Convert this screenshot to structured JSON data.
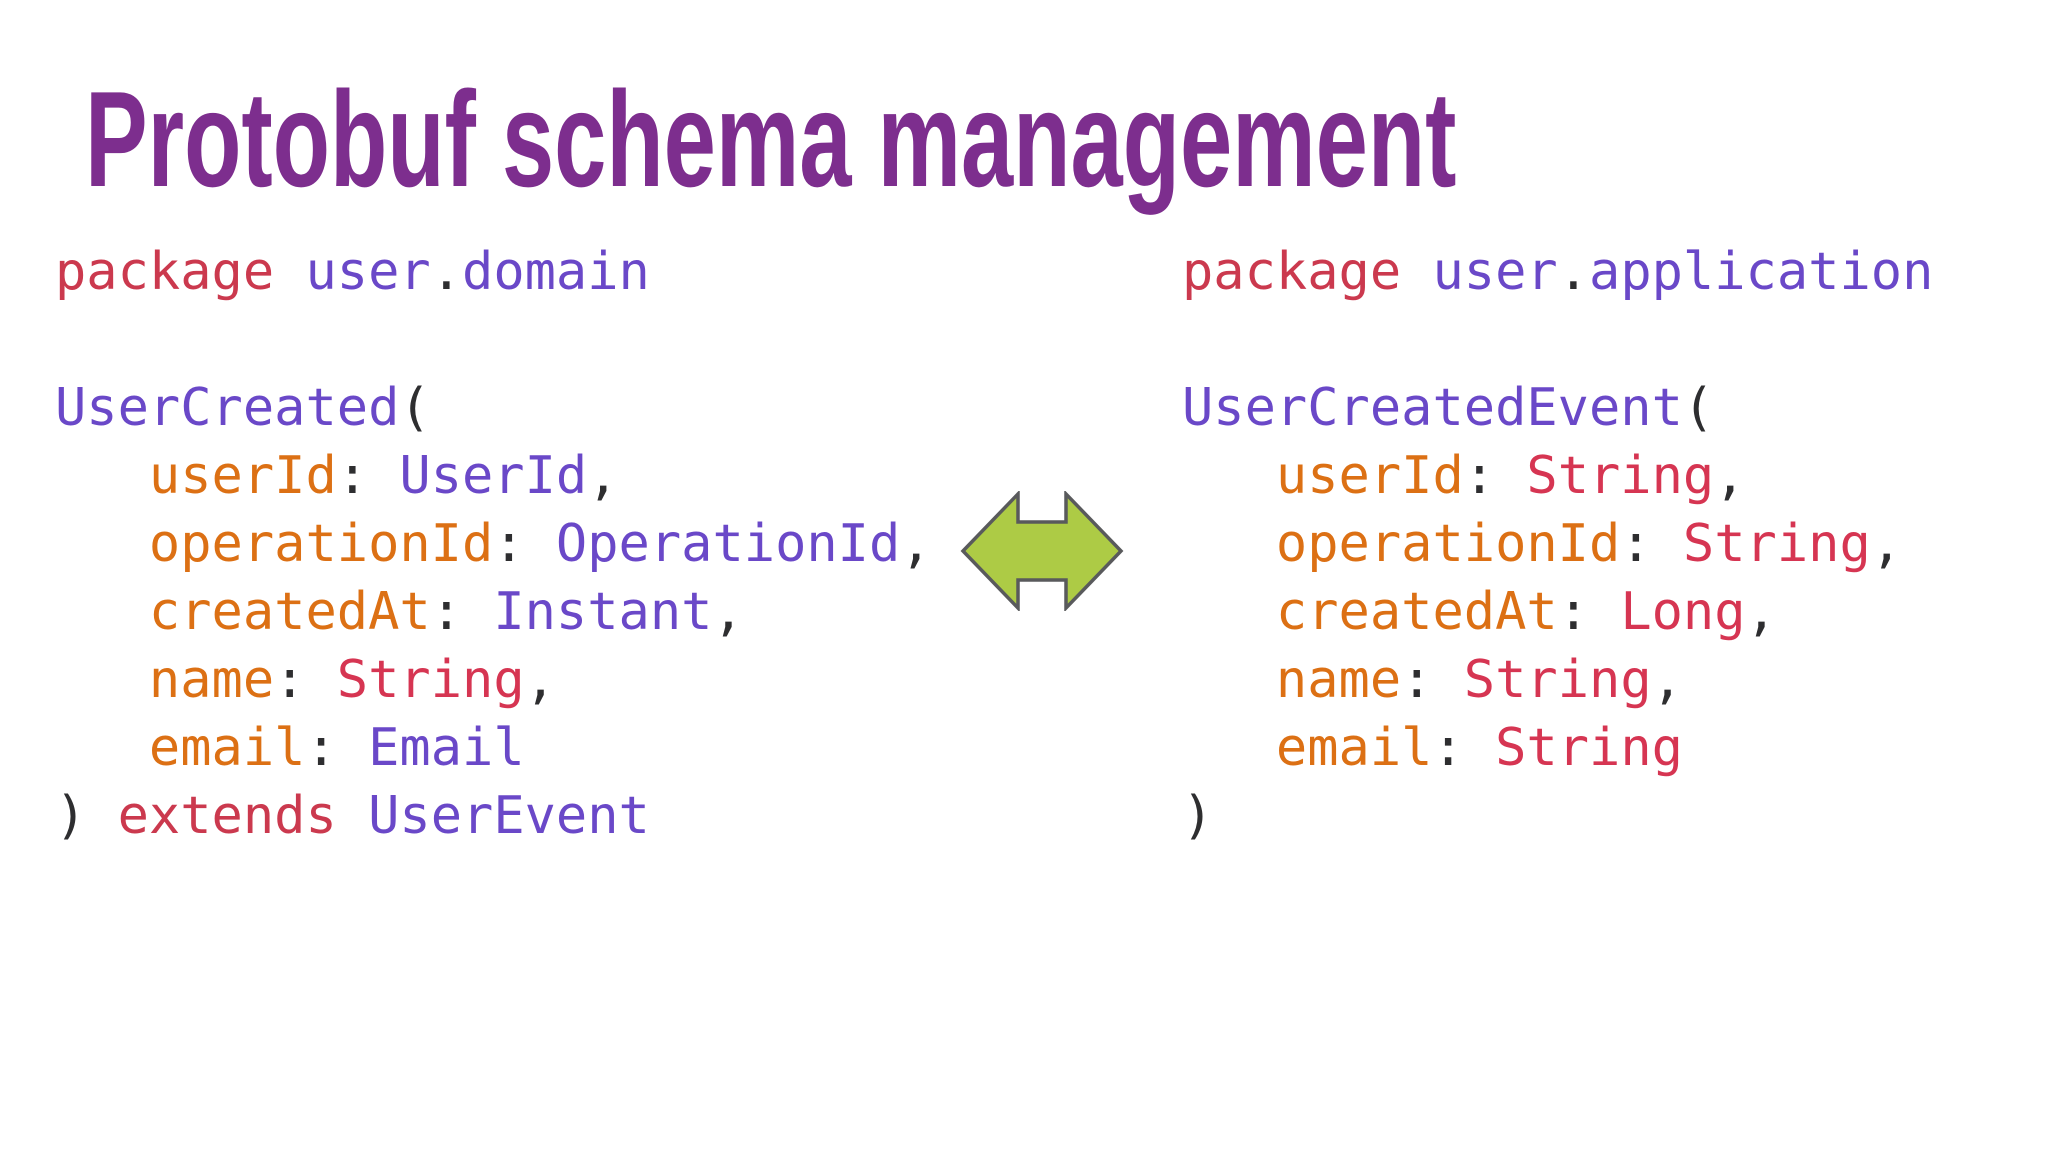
{
  "title": "Protobuf schema management",
  "colors": {
    "title": "#7D2E8E",
    "keyword": "#CB394E",
    "ident": "#6A48C8",
    "field": "#DC7014",
    "builtin": "#D63552",
    "punct": "#2E2E30",
    "arrow_fill": "#ADCB45",
    "arrow_stroke": "#595A5C",
    "background": "#FFFFFF"
  },
  "arrow": {
    "icon": "left-right-double-arrow"
  },
  "code_blocks": [
    {
      "id": "domain",
      "lines": [
        [
          {
            "t": "package",
            "c": "keyword"
          },
          {
            "t": " ",
            "c": "punct"
          },
          {
            "t": "user",
            "c": "ident"
          },
          {
            "t": ".",
            "c": "punct"
          },
          {
            "t": "domain",
            "c": "ident"
          }
        ],
        [],
        [
          {
            "t": "UserCreated",
            "c": "ident"
          },
          {
            "t": "(",
            "c": "punct"
          }
        ],
        [
          {
            "t": "   ",
            "c": "punct"
          },
          {
            "t": "userId",
            "c": "field"
          },
          {
            "t": ": ",
            "c": "punct"
          },
          {
            "t": "UserId",
            "c": "ident"
          },
          {
            "t": ",",
            "c": "punct"
          }
        ],
        [
          {
            "t": "   ",
            "c": "punct"
          },
          {
            "t": "operationId",
            "c": "field"
          },
          {
            "t": ": ",
            "c": "punct"
          },
          {
            "t": "OperationId",
            "c": "ident"
          },
          {
            "t": ",",
            "c": "punct"
          }
        ],
        [
          {
            "t": "   ",
            "c": "punct"
          },
          {
            "t": "createdAt",
            "c": "field"
          },
          {
            "t": ": ",
            "c": "punct"
          },
          {
            "t": "Instant",
            "c": "ident"
          },
          {
            "t": ",",
            "c": "punct"
          }
        ],
        [
          {
            "t": "   ",
            "c": "punct"
          },
          {
            "t": "name",
            "c": "field"
          },
          {
            "t": ": ",
            "c": "punct"
          },
          {
            "t": "String",
            "c": "builtin"
          },
          {
            "t": ",",
            "c": "punct"
          }
        ],
        [
          {
            "t": "   ",
            "c": "punct"
          },
          {
            "t": "email",
            "c": "field"
          },
          {
            "t": ": ",
            "c": "punct"
          },
          {
            "t": "Email",
            "c": "ident"
          }
        ],
        [
          {
            "t": ") ",
            "c": "punct"
          },
          {
            "t": "extends",
            "c": "keyword"
          },
          {
            "t": " ",
            "c": "punct"
          },
          {
            "t": "UserEvent",
            "c": "ident"
          }
        ]
      ]
    },
    {
      "id": "application",
      "lines": [
        [
          {
            "t": "package",
            "c": "keyword"
          },
          {
            "t": " ",
            "c": "punct"
          },
          {
            "t": "user",
            "c": "ident"
          },
          {
            "t": ".",
            "c": "punct"
          },
          {
            "t": "application",
            "c": "ident"
          }
        ],
        [],
        [
          {
            "t": "UserCreatedEvent",
            "c": "ident"
          },
          {
            "t": "(",
            "c": "punct"
          }
        ],
        [
          {
            "t": "   ",
            "c": "punct"
          },
          {
            "t": "userId",
            "c": "field"
          },
          {
            "t": ": ",
            "c": "punct"
          },
          {
            "t": "String",
            "c": "builtin"
          },
          {
            "t": ",",
            "c": "punct"
          }
        ],
        [
          {
            "t": "   ",
            "c": "punct"
          },
          {
            "t": "operationId",
            "c": "field"
          },
          {
            "t": ": ",
            "c": "punct"
          },
          {
            "t": "String",
            "c": "builtin"
          },
          {
            "t": ",",
            "c": "punct"
          }
        ],
        [
          {
            "t": "   ",
            "c": "punct"
          },
          {
            "t": "createdAt",
            "c": "field"
          },
          {
            "t": ": ",
            "c": "punct"
          },
          {
            "t": "Long",
            "c": "builtin"
          },
          {
            "t": ",",
            "c": "punct"
          }
        ],
        [
          {
            "t": "   ",
            "c": "punct"
          },
          {
            "t": "name",
            "c": "field"
          },
          {
            "t": ": ",
            "c": "punct"
          },
          {
            "t": "String",
            "c": "builtin"
          },
          {
            "t": ",",
            "c": "punct"
          }
        ],
        [
          {
            "t": "   ",
            "c": "punct"
          },
          {
            "t": "email",
            "c": "field"
          },
          {
            "t": ": ",
            "c": "punct"
          },
          {
            "t": "String",
            "c": "builtin"
          }
        ],
        [
          {
            "t": ")",
            "c": "punct"
          }
        ]
      ]
    }
  ]
}
